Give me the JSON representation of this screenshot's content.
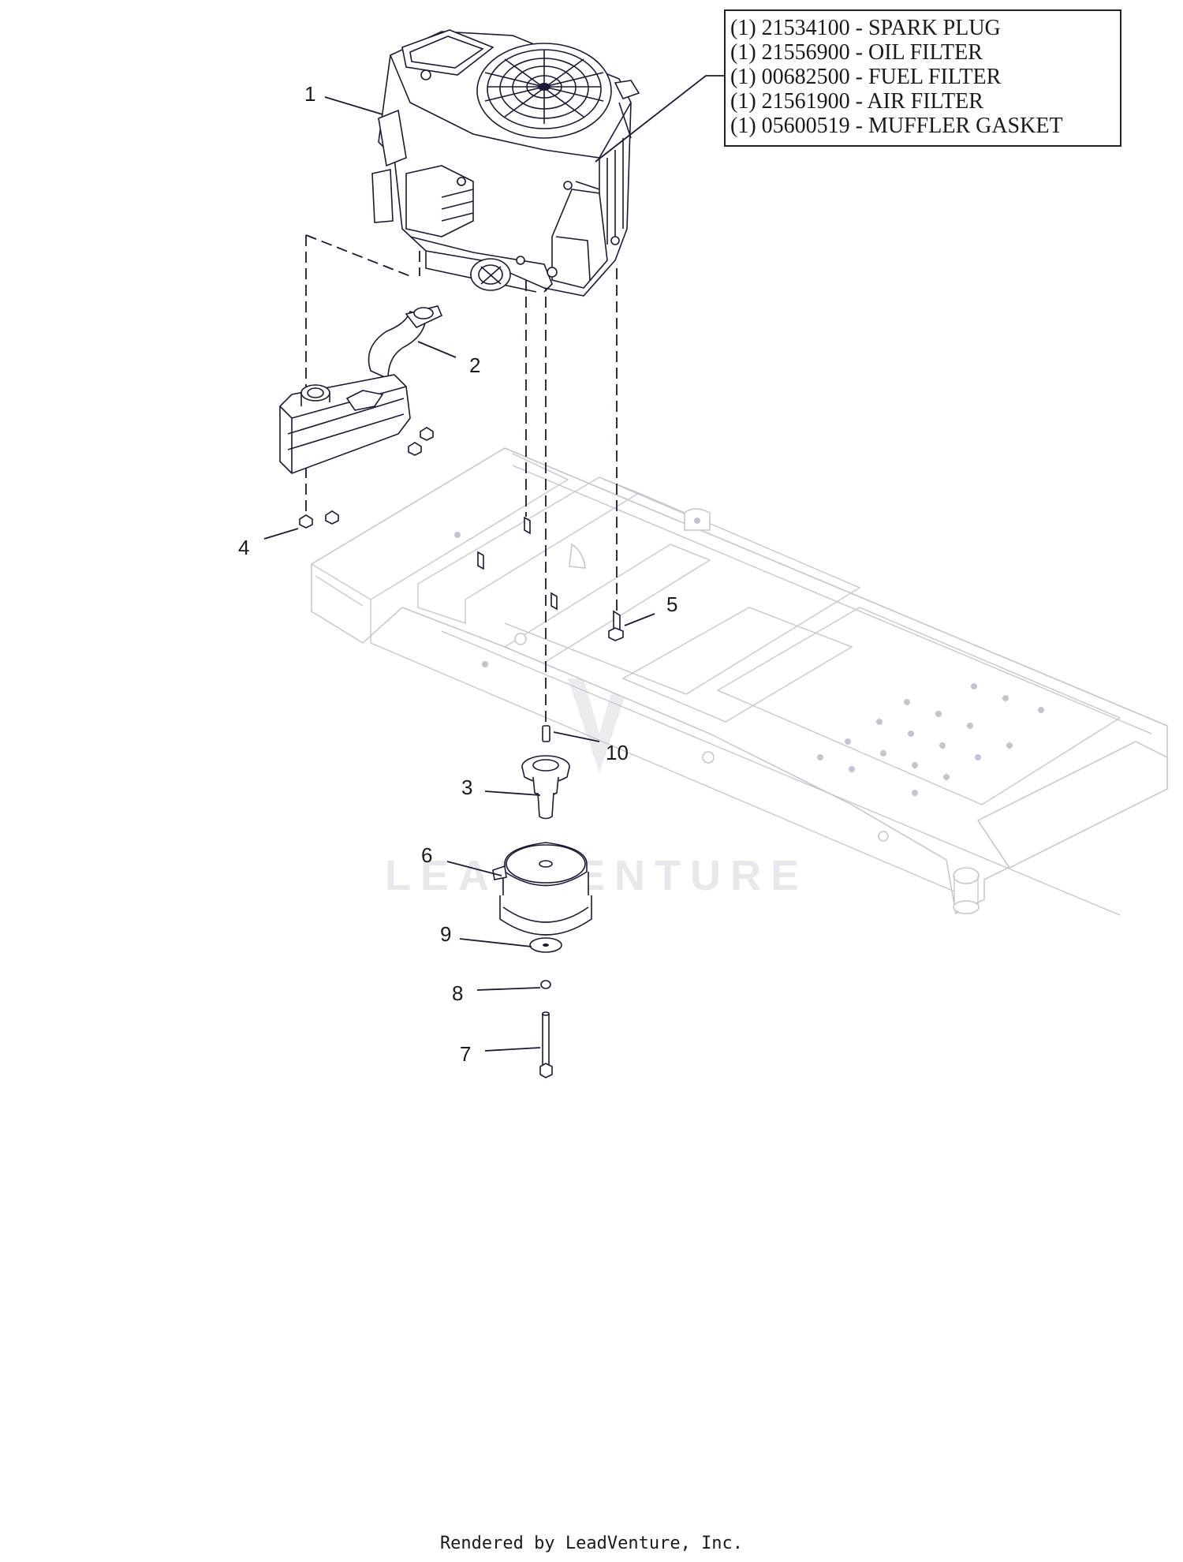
{
  "legend": {
    "lines": [
      "(1) 21534100 - SPARK PLUG",
      "(1) 21556900 - OIL FILTER",
      "(1) 00682500 - FUEL FILTER",
      "(1) 21561900 - AIR FILTER",
      "(1) 05600519 - MUFFLER GASKET"
    ]
  },
  "callouts": {
    "c1": "1",
    "c2": "2",
    "c3": "3",
    "c4": "4",
    "c5": "5",
    "c6": "6",
    "c7": "7",
    "c8": "8",
    "c9": "9",
    "c10": "10"
  },
  "watermark": "LEADVENTURE",
  "footer": "Rendered by LeadVenture, Inc.",
  "colors": {
    "line": "#1a1a33",
    "frame": "#c4c4cc",
    "watermark": "#e8e8ec"
  }
}
